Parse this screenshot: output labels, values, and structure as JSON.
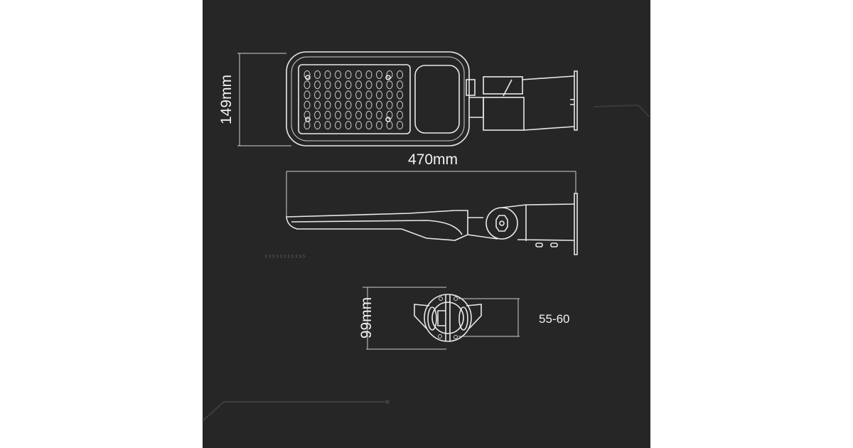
{
  "dimensions": {
    "height": "149mm",
    "length": "470mm",
    "bracket_height": "99mm",
    "pole_diameter": "55-60"
  },
  "decor": {
    "chevrons": "›››››››››››"
  },
  "colors": {
    "background": "#262626",
    "line": "#e8e8e8",
    "page": "#ffffff"
  },
  "led_grid": {
    "columns": 10,
    "rows": 6
  }
}
